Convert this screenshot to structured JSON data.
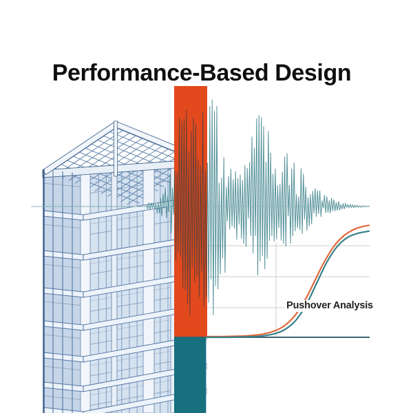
{
  "title": "Performance-Based Design",
  "pushover_label": "Pushover Analysis",
  "colors": {
    "background": "#ffffff",
    "title_text": "#0f0f12",
    "bar_orange": "#e2491d",
    "bar_teal": "#16707e",
    "trace_teal": "#4b8b93",
    "trace_in_bar": "#5e4138",
    "baseline_teal": "#8ab6b8",
    "curve_orange": "#e1673a",
    "curve_teal": "#357f88",
    "axis_dark": "#3c626d",
    "grid_gray": "#cdcdcd",
    "label_text": "#212121",
    "building_line": "#4a6e9e"
  },
  "chart_data": [
    {
      "type": "line",
      "name": "ground-motion-seismogram",
      "description": "Earthquake accelerogram trace with decaying envelope, zero line shared with building horizon",
      "baseline_y": 300,
      "baseline_start_x": 45,
      "x_range": [
        213,
        537
      ],
      "envelope_points": [
        [
          213,
          4,
          3
        ],
        [
          224,
          10,
          8
        ],
        [
          238,
          22,
          18
        ],
        [
          250,
          60,
          45
        ],
        [
          256,
          110,
          85
        ],
        [
          262,
          150,
          125
        ],
        [
          268,
          135,
          168
        ],
        [
          274,
          160,
          180
        ],
        [
          281,
          165,
          175
        ],
        [
          288,
          130,
          150
        ],
        [
          295,
          150,
          160
        ],
        [
          302,
          168,
          150
        ],
        [
          308,
          163,
          182
        ],
        [
          315,
          150,
          165
        ],
        [
          322,
          140,
          120
        ],
        [
          330,
          100,
          92
        ],
        [
          338,
          78,
          66
        ],
        [
          346,
          50,
          48
        ],
        [
          354,
          55,
          58
        ],
        [
          362,
          85,
          65
        ],
        [
          370,
          128,
          88
        ],
        [
          378,
          158,
          112
        ],
        [
          385,
          150,
          98
        ],
        [
          392,
          110,
          75
        ],
        [
          400,
          62,
          48
        ],
        [
          408,
          80,
          55
        ],
        [
          416,
          88,
          60
        ],
        [
          424,
          70,
          52
        ],
        [
          432,
          55,
          40
        ],
        [
          440,
          68,
          46
        ],
        [
          448,
          45,
          34
        ],
        [
          456,
          27,
          22
        ],
        [
          464,
          30,
          20
        ],
        [
          472,
          20,
          14
        ],
        [
          480,
          15,
          11
        ],
        [
          488,
          10,
          8
        ],
        [
          496,
          7,
          5
        ],
        [
          504,
          4,
          3
        ],
        [
          512,
          3,
          2
        ],
        [
          520,
          2,
          1.5
        ],
        [
          528,
          1.2,
          1
        ],
        [
          537,
          0.8,
          0.6
        ]
      ]
    },
    {
      "type": "line",
      "name": "pushover-capacity-curves",
      "title": "Pushover Analysis",
      "series": [
        {
          "name": "capacity-curve-orange",
          "points": [
            [
              300,
              489
            ],
            [
              320,
              489
            ],
            [
              340,
              488.5
            ],
            [
              360,
              487.8
            ],
            [
              380,
              485.7
            ],
            [
              400,
              480.4
            ],
            [
              415,
              471.8
            ],
            [
              430,
              456.4
            ],
            [
              445,
              432.5
            ],
            [
              458,
              406.5
            ],
            [
              470,
              382.5
            ],
            [
              485,
              358
            ],
            [
              500,
              342
            ],
            [
              515,
              333
            ],
            [
              525,
              329.6
            ],
            [
              536,
              327.3
            ]
          ]
        },
        {
          "name": "capacity-curve-teal",
          "points": [
            [
              300,
              490
            ],
            [
              320,
              490
            ],
            [
              340,
              489.9
            ],
            [
              360,
              489.4
            ],
            [
              380,
              488.2
            ],
            [
              400,
              484.6
            ],
            [
              415,
              478.1
            ],
            [
              430,
              465.1
            ],
            [
              445,
              442.4
            ],
            [
              460,
              411.5
            ],
            [
              475,
              380.6
            ],
            [
              490,
              357.9
            ],
            [
              505,
              344.9
            ],
            [
              520,
              338.9
            ],
            [
              536,
              335.8
            ]
          ]
        }
      ],
      "axis": {
        "x_line_y": 490,
        "x_extent": [
          253,
          537
        ],
        "gridlines_y": [
          357,
          402,
          447
        ],
        "grid_x_extent": [
          301,
          537
        ],
        "gridline_x": 401,
        "gridline_x_span": [
          352,
          489
        ]
      }
    }
  ]
}
